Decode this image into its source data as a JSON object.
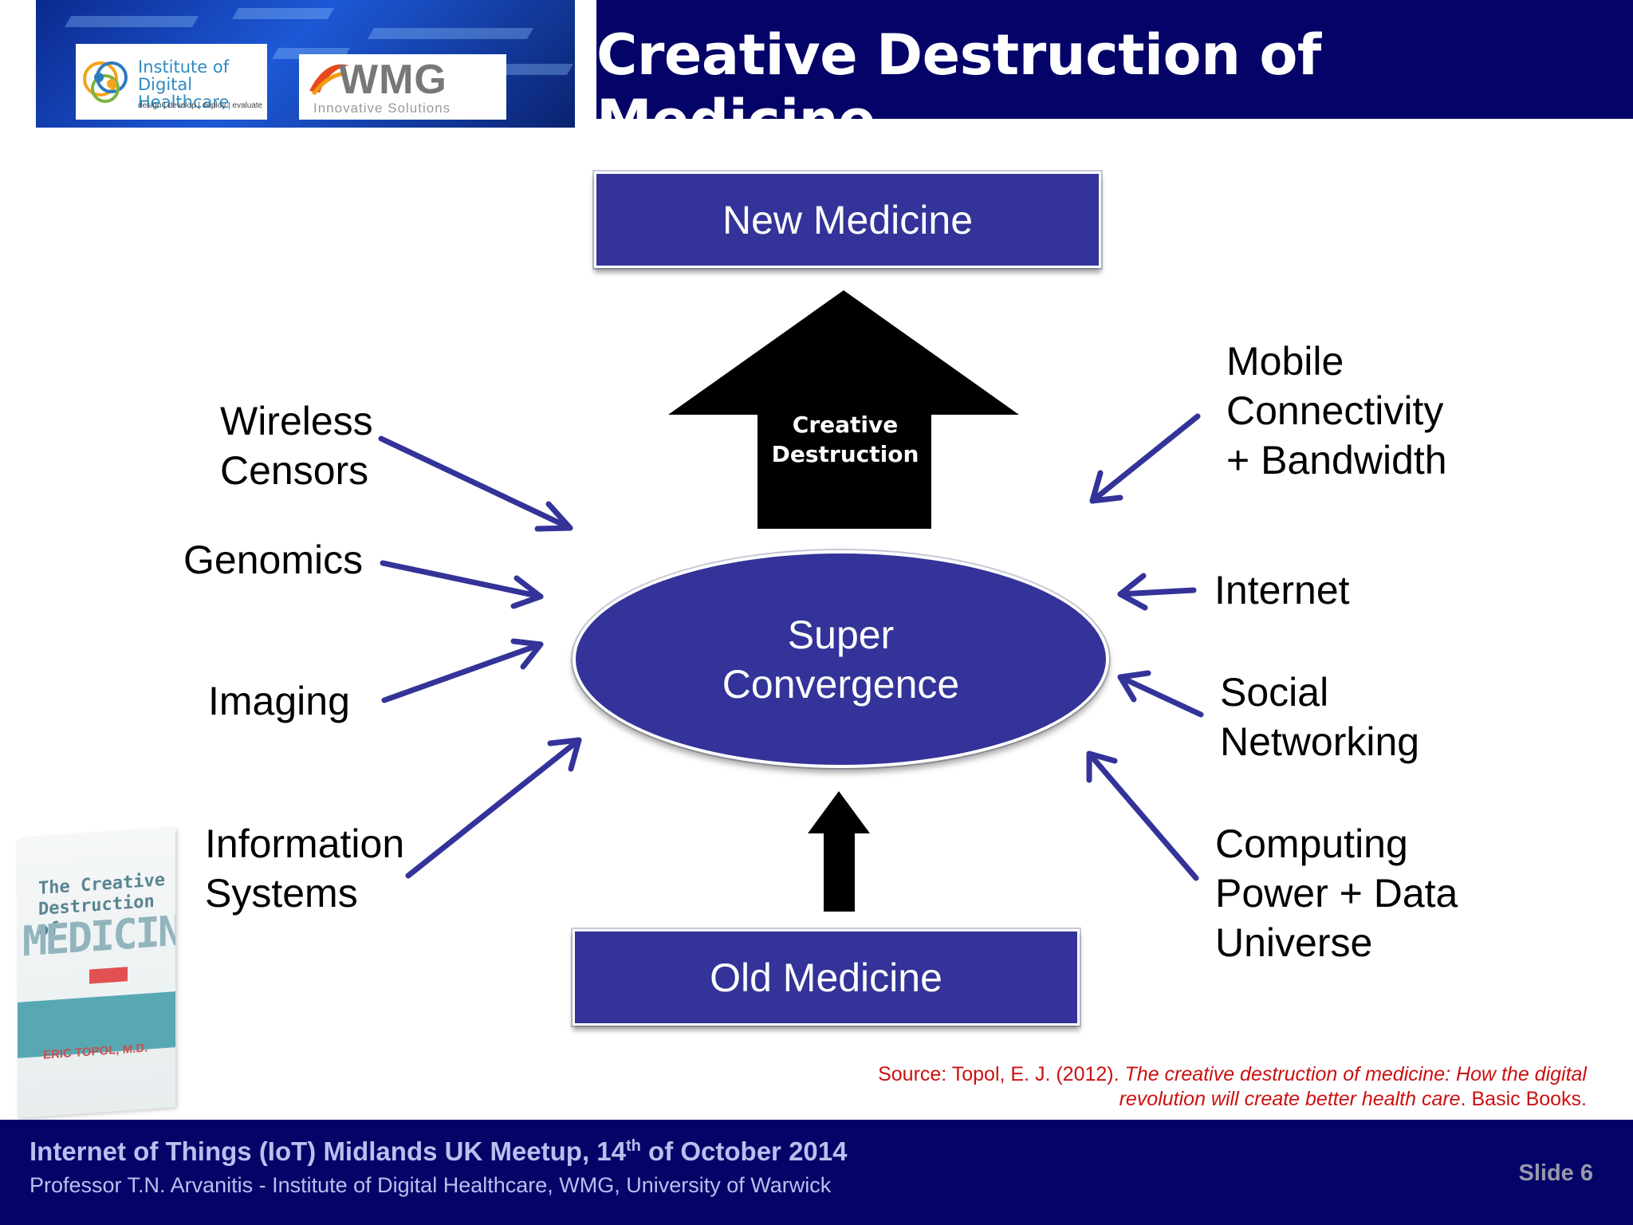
{
  "header": {
    "title": "Creative Destruction of Medicine",
    "logo_idh": {
      "line1": "Institute of",
      "line2": "Digital Healthcare",
      "tagline": "design | develop | deploy | evaluate"
    },
    "logo_wmg": {
      "name": "WMG",
      "tagline": "Innovative Solutions"
    }
  },
  "diagram": {
    "top_box": "New Medicine",
    "bottom_box": "Old Medicine",
    "center": {
      "line1": "Super",
      "line2": "Convergence"
    },
    "arrow_label": {
      "line1": "Creative",
      "line2": "Destruction"
    },
    "left_factors": [
      {
        "line1": "Wireless",
        "line2": "Censors"
      },
      {
        "line1": "Genomics"
      },
      {
        "line1": "Imaging"
      },
      {
        "line1": "Information",
        "line2": "Systems"
      }
    ],
    "right_factors": [
      {
        "line1": "Mobile",
        "line2": "Connectivity",
        "line3": "+ Bandwidth"
      },
      {
        "line1": "Internet"
      },
      {
        "line1": "Social",
        "line2": "Networking"
      },
      {
        "line1": "Computing",
        "line2": "Power + Data",
        "line3": "Universe"
      }
    ],
    "arrow_color": "#333399"
  },
  "source": {
    "prefix": "Source:  Topol, E. J. (2012). ",
    "title_part1": "The creative destruction of medicine: How the digital",
    "title_part2": "revolution will create better health care",
    "suffix": ". Basic Books."
  },
  "book": {
    "title": "The Creative Destruction of",
    "word": "MEDICINE",
    "author": "ERIC TOPOL, M.D."
  },
  "footer": {
    "line1_a": "Internet of Things (IoT) Midlands UK Meetup, 14",
    "line1_sup": "th",
    "line1_b": " of October 2014",
    "line2": "Professor T.N. Arvanitis  - Institute of Digital Healthcare, WMG, University of Warwick",
    "slide": "Slide 6"
  }
}
